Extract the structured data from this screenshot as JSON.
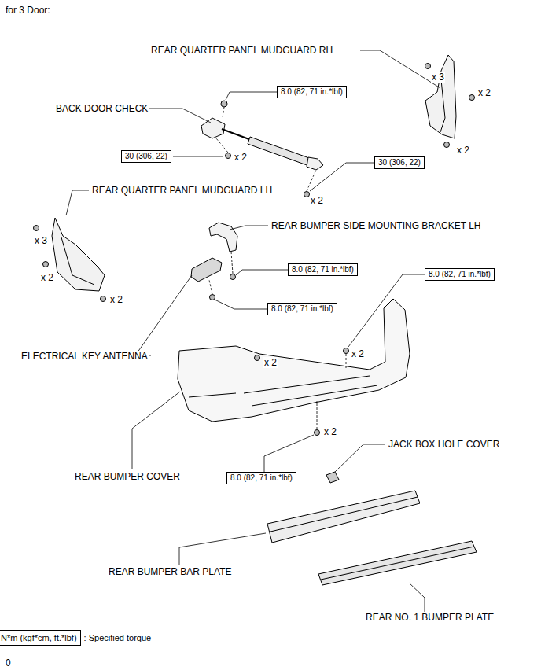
{
  "diagram": {
    "title": "for 3 Door:",
    "nodes": [
      {
        "text": [
          "8.0 (82, 71 in.*lbf)"
        ]
      },
      {
        "text": [
          "30 (306, 22)"
        ]
      },
      {
        "text": [
          "30 (306, 22)"
        ]
      },
      {
        "text": [
          "8.0 (82, 71 in.*lbf)"
        ]
      },
      {
        "text": [
          "8.0 (82, 71 in.*lbf)"
        ]
      },
      {
        "text": [
          "8.0 (82, 71 in.*lbf)"
        ]
      },
      {
        "text": [
          "8.0 (82, 71 in.*lbf)"
        ]
      },
      {
        "text": [
          "N*m (kgf*cm, ft.*lbf)",
          ": Specified torque"
        ]
      }
    ],
    "labels": [
      "REAR QUARTER PANEL MUDGUARD RH",
      "x 3",
      "x 2",
      "BACK DOOR CHECK",
      "x 2",
      "x 2",
      "x 2",
      "REAR QUARTER PANEL MUDGUARD LH",
      "REAR BUMPER SIDE MOUNTING BRACKET LH",
      "x 3",
      "x 2",
      "x 2",
      "x 2",
      "ELECTRICAL KEY ANTENNA",
      "x 2",
      "x 2",
      "JACK BOX HOLE COVER",
      "REAR BUMPER COVER",
      "REAR BUMPER BAR PLATE",
      "REAR NO. 1 BUMPER PLATE",
      "0"
    ]
  }
}
